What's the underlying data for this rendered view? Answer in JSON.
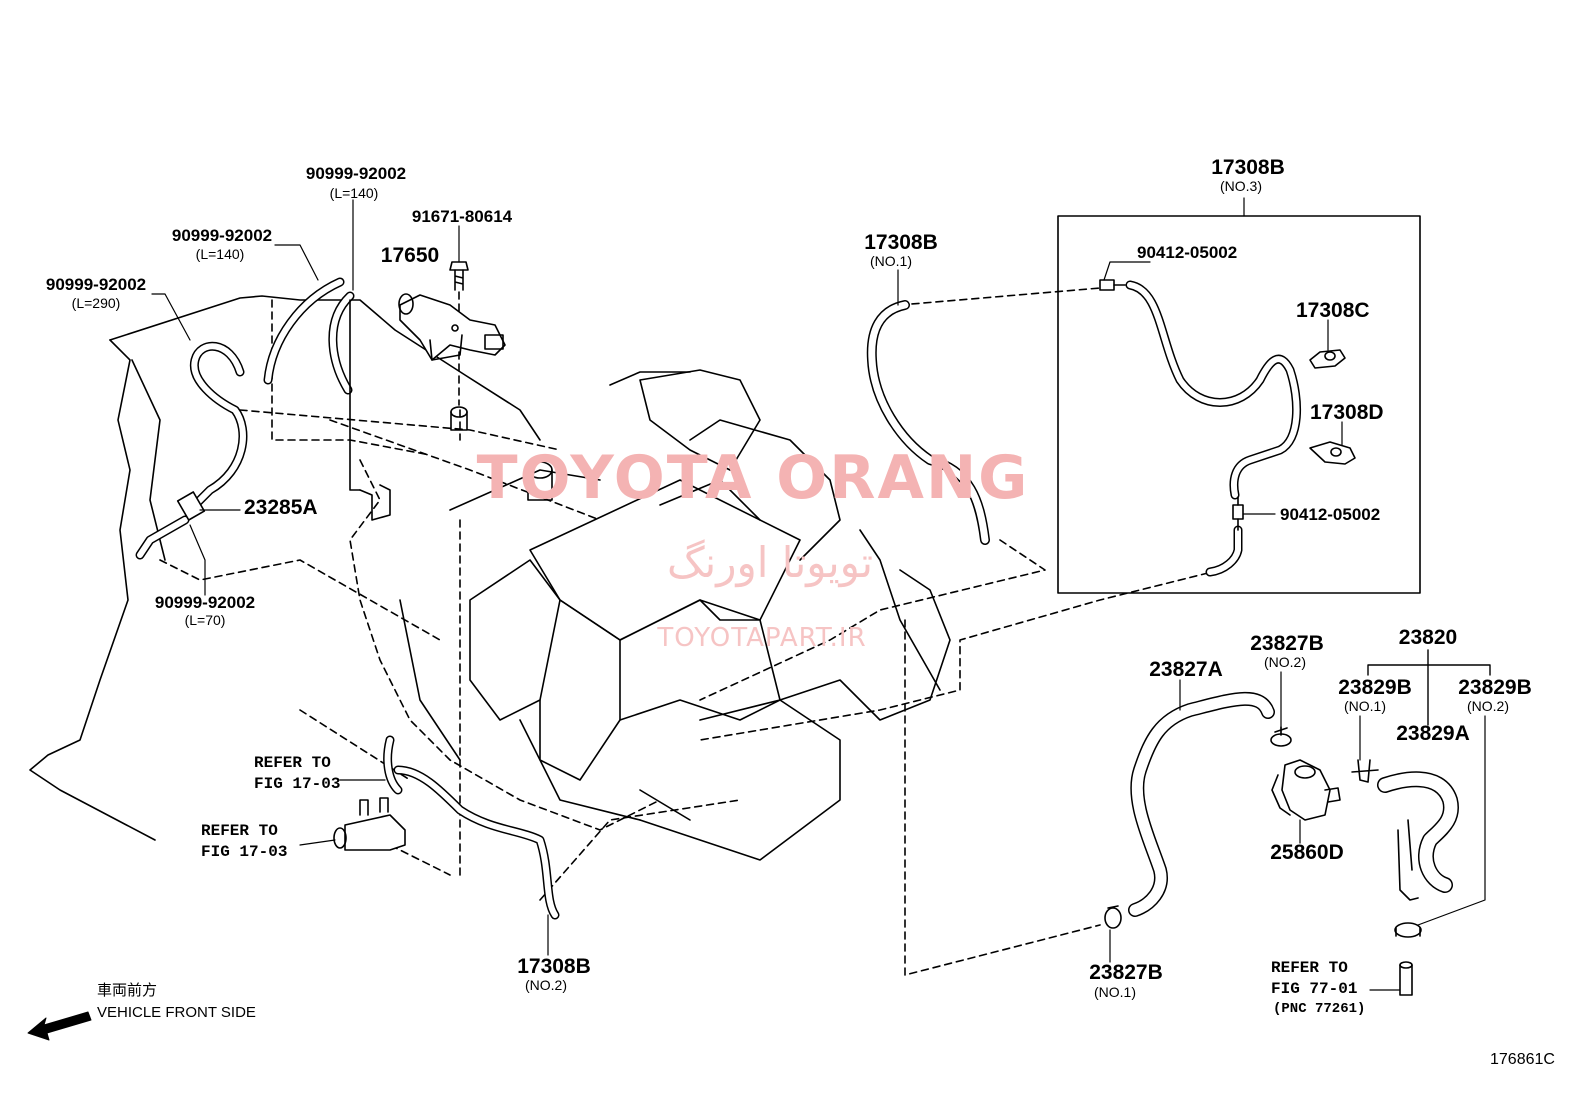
{
  "watermark": {
    "brand": "TOYOTA ORANG",
    "persian": "تویوتا اورنگ",
    "site": "TOYOTAPART.IR"
  },
  "figure_id": "176861C",
  "vehicle_front": {
    "japanese": "車両前方",
    "english": "VEHICLE FRONT SIDE"
  },
  "callouts": {
    "hose_a": {
      "part": "90999-92002",
      "length": "(L=140)"
    },
    "hose_b": {
      "part": "90999-92002",
      "length": "(L=140)"
    },
    "hose_c": {
      "part": "90999-92002",
      "length": "(L=290)"
    },
    "hose_d": {
      "part": "90999-92002",
      "length": "(L=70)"
    },
    "bolt": {
      "part": "91671-80614"
    },
    "vsv": {
      "part": "17650"
    },
    "filter": {
      "part": "23285A"
    },
    "hose_no1": {
      "part": "17308B",
      "sub": "(NO.1)"
    },
    "hose_no2": {
      "part": "17308B",
      "sub": "(NO.2)"
    },
    "hose_no3": {
      "part": "17308B",
      "sub": "(NO.3)"
    },
    "plug_top": {
      "part": "90412-05002"
    },
    "plug_bottom": {
      "part": "90412-05002"
    },
    "clamp_c": {
      "part": "17308C"
    },
    "clamp_d": {
      "part": "17308D"
    },
    "hose_23827a": {
      "part": "23827A"
    },
    "clip_no2": {
      "part": "23827B",
      "sub": "(NO.2)"
    },
    "clip_no1": {
      "part": "23827B",
      "sub": "(NO.1)"
    },
    "assy": {
      "part": "23820"
    },
    "clip_23829b_no1": {
      "part": "23829B",
      "sub": "(NO.1)"
    },
    "clip_23829b_no2": {
      "part": "23829B",
      "sub": "(NO.2)"
    },
    "hose_23829a": {
      "part": "23829A"
    },
    "valve": {
      "part": "25860D"
    },
    "refer_1": {
      "line1": "REFER TO",
      "line2": "FIG 17-03"
    },
    "refer_2": {
      "line1": "REFER TO",
      "line2": "FIG 17-03"
    },
    "refer_3": {
      "line1": "REFER TO",
      "line2": "FIG 77-01",
      "pnc": "(PNC 77261)"
    }
  }
}
